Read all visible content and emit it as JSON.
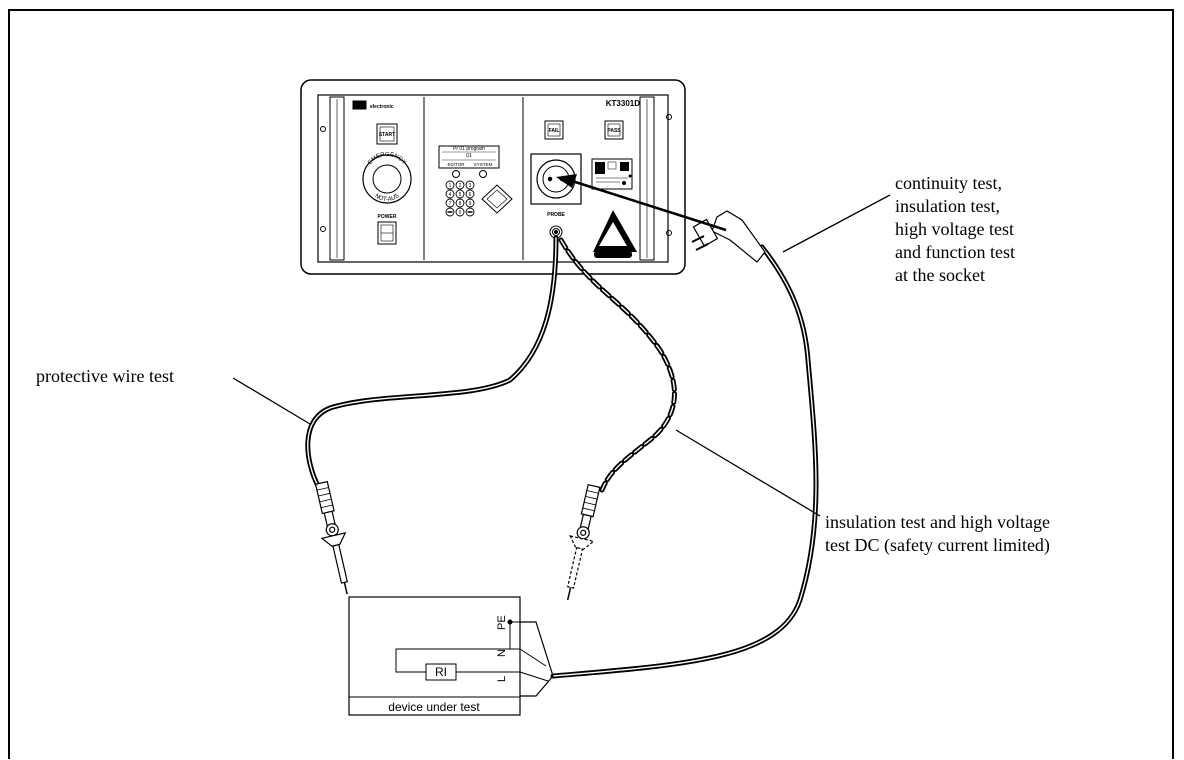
{
  "callouts": {
    "socket": [
      "continuity test,",
      "insulation test,",
      "high voltage test",
      "and function test",
      "at the socket"
    ],
    "protective": "protective wire test",
    "insulation": [
      "insulation test and high voltage",
      "test DC (safety current limited)"
    ]
  },
  "instrument": {
    "brand": "electronic",
    "model": "KT3301D",
    "start": "START",
    "emergency_top": "EMERGENCY",
    "emergency_bottom": "NOT-AUS",
    "power": "POWER",
    "fail": "FAIL",
    "pass": "PASS",
    "probe": "PROBE",
    "display_line1": "Pr 01 program",
    "display_line2": "01",
    "key_editor": "EDITOR",
    "key_system": "SYSTEM",
    "keypad": [
      "1",
      "2",
      "3",
      "4",
      "5",
      "6",
      "7",
      "8",
      "9",
      "",
      "0",
      ""
    ]
  },
  "dut": {
    "caption": "device under test",
    "resistor": "RI",
    "terminals": [
      "PE",
      "N",
      "L"
    ]
  }
}
